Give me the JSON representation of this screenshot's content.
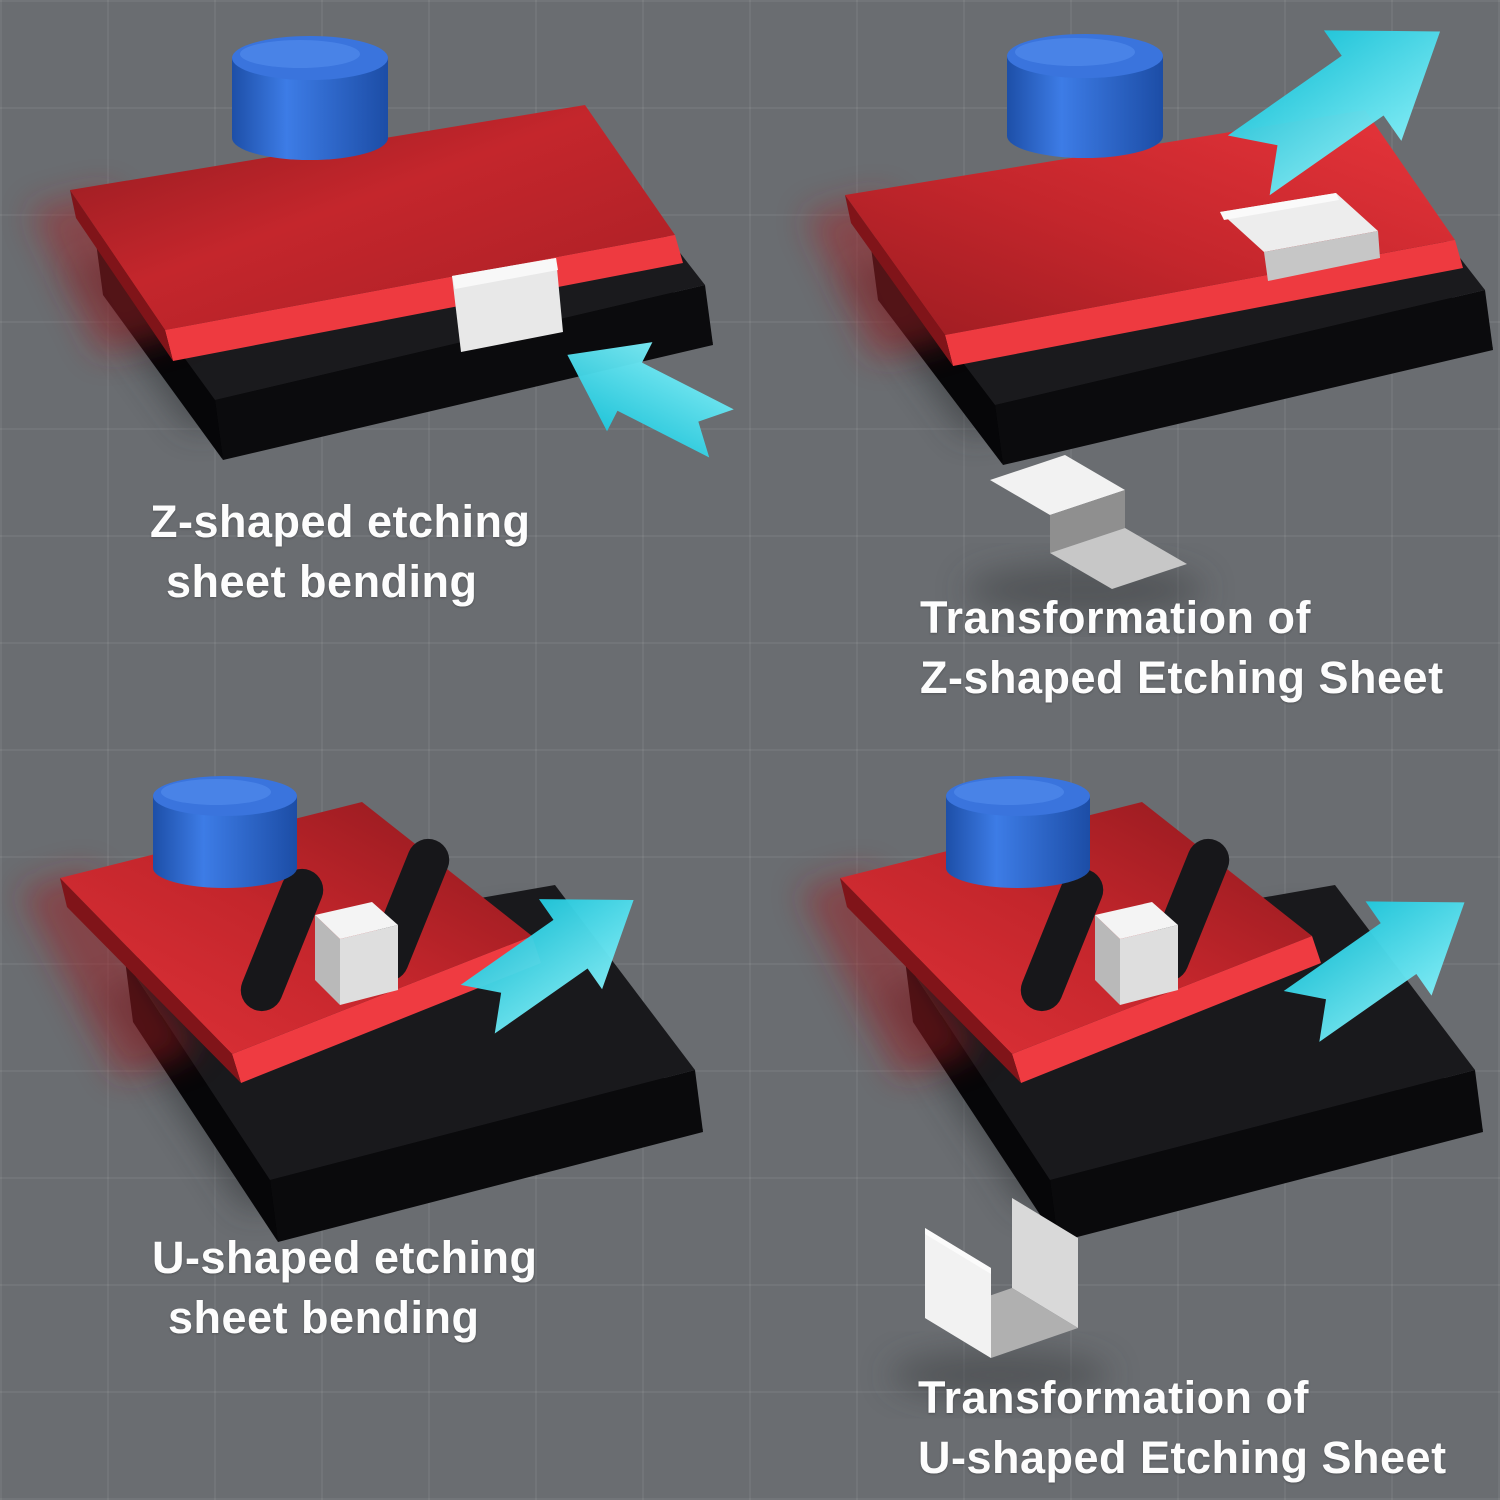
{
  "title": "Etching sheet bending diagram",
  "background": {
    "color": "#6a6d71",
    "grid_color": "rgba(255,255,255,0.055)"
  },
  "palette": {
    "plate_red": "#c4262c",
    "plate_red_bright": "#ee3a40",
    "base_black": "#141416",
    "cylinder_blue": "#2f6fd8",
    "arrow_cyan": "#35dcf0",
    "sheet_white": "#e9e9e9",
    "label_text": "#ffffff"
  },
  "panels": [
    {
      "id": "z-bend",
      "label_line1": "Z-shaped etching",
      "label_line2": "sheet bending",
      "arrow_icon": "arrow-down-left"
    },
    {
      "id": "z-transform",
      "label_line1": "Transformation of",
      "label_line2": "Z-shaped Etching Sheet",
      "arrow_icon": "arrow-up-right"
    },
    {
      "id": "u-bend",
      "label_line1": "U-shaped etching",
      "label_line2": "sheet bending",
      "arrow_icon": "arrow-up-right"
    },
    {
      "id": "u-transform",
      "label_line1": "Transformation of",
      "label_line2": "U-shaped Etching Sheet",
      "arrow_icon": "arrow-up-right"
    }
  ]
}
